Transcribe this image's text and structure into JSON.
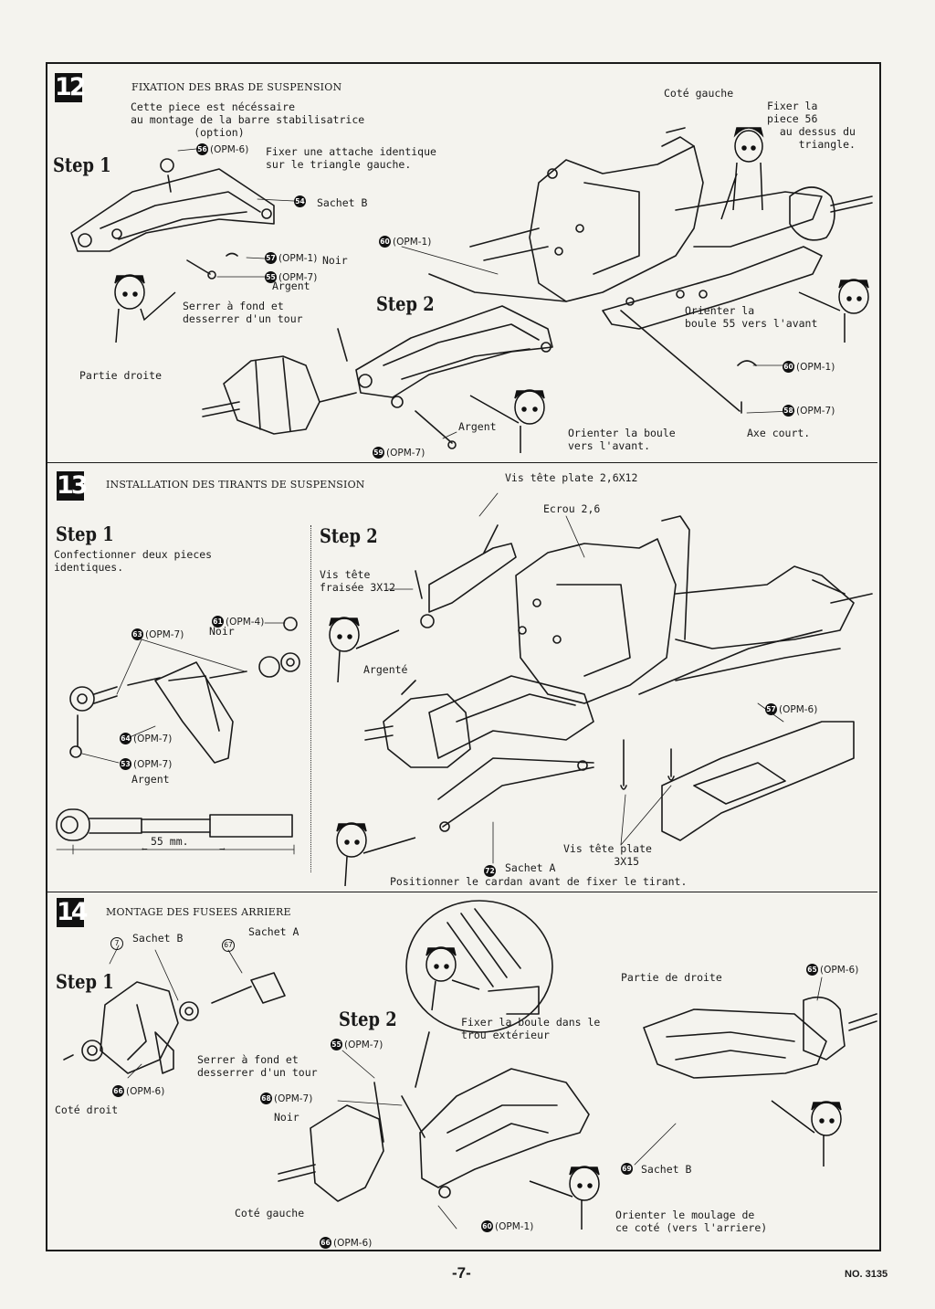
{
  "page": {
    "number": "-7-",
    "doc_no": "NO. 3135"
  },
  "s12": {
    "num": "12",
    "title": "FIXATION DES BRAS DE SUSPENSION",
    "step1": "Step 1",
    "step2": "Step 2",
    "note_option": "Cette piece est nécéssaire\nau montage de la barre stabilisatrice\n          (option)",
    "fix_same": "Fixer une attache identique\nsur le triangle gauche.",
    "sachet_b": "Sachet B",
    "noir": "Noir",
    "argent": "Argent",
    "serrer": "Serrer à fond et\ndesserrer d'un tour",
    "partie_droite": "Partie droite",
    "cote_gauche": "Coté gauche",
    "fixer56": "Fixer la\npiece 56\n  au dessus du\n     triangle.",
    "orienter55": "Orienter la\nboule 55 vers l'avant",
    "argent2": "Argent",
    "orienter_boule": "Orienter la boule\nvers l'avant.",
    "axe_court": "Axe court.",
    "p56": {
      "n": "56",
      "code": "(OPM-6)"
    },
    "p54": {
      "n": "54"
    },
    "p57": {
      "n": "57",
      "code": "(OPM-1)"
    },
    "p55": {
      "n": "55",
      "code": "(OPM-7)"
    },
    "p60a": {
      "n": "60",
      "code": "(OPM-1)"
    },
    "p60b": {
      "n": "60",
      "code": "(OPM-1)"
    },
    "p58": {
      "n": "58",
      "code": "(OPM-7)"
    },
    "p59": {
      "n": "59",
      "code": "(OPM-7)"
    }
  },
  "s13": {
    "num": "13",
    "title": "INSTALLATION DES TIRANTS DE SUSPENSION",
    "step1": "Step 1",
    "step2": "Step 2",
    "confection": "Confectionner deux pieces\nidentiques.",
    "noir": "Noir",
    "argent": "Argent",
    "dim": "55 mm.",
    "vis_plate": "Vis tête plate 2,6X12",
    "ecrou": "Ecrou 2,6",
    "vis_fraisee": "Vis tête\nfraisée 3X12",
    "argente": "Argenté",
    "vis_plate2": "Vis tête plate\n        3X15",
    "sachet_a": "Sachet A",
    "positionner": "Positionner le cardan avant de fixer le tirant.",
    "p61": {
      "n": "61",
      "code": "(OPM-4)"
    },
    "p63": {
      "n": "63",
      "code": "(OPM-7)"
    },
    "p64": {
      "n": "64",
      "code": "(OPM-7)"
    },
    "p53": {
      "n": "53",
      "code": "(OPM-7)"
    },
    "p57": {
      "n": "57",
      "code": "(OPM-6)"
    },
    "p72": {
      "n": "72"
    }
  },
  "s14": {
    "num": "14",
    "title": "MONTAGE DES FUSEES ARRIERE",
    "step1": "Step 1",
    "step2": "Step 2",
    "sachet_b": "Sachet B",
    "sachet_a": "Sachet A",
    "serrer": "Serrer à fond et\ndesserrer d'un tour",
    "cote_droit": "Coté droit",
    "fixer_boule": "Fixer la boule dans le\ntrou extérieur",
    "noir": "Noir",
    "cote_gauche": "Coté gauche",
    "partie_droite": "Partie de droite",
    "sachet_b2": "Sachet B",
    "orienter": "Orienter le moulage de\nce coté (vers l'arriere)",
    "p7": {
      "n": "7"
    },
    "p67": {
      "n": "67"
    },
    "p66": {
      "n": "66",
      "code": "(OPM-6)"
    },
    "p55": {
      "n": "55",
      "code": "(OPM-7)"
    },
    "p68": {
      "n": "68",
      "code": "(OPM-7)"
    },
    "p60": {
      "n": "60",
      "code": "(OPM-1)"
    },
    "p66b": {
      "n": "66",
      "code": "(OPM-6)"
    },
    "p65": {
      "n": "65",
      "code": "(OPM-6)"
    },
    "p69": {
      "n": "69"
    }
  }
}
